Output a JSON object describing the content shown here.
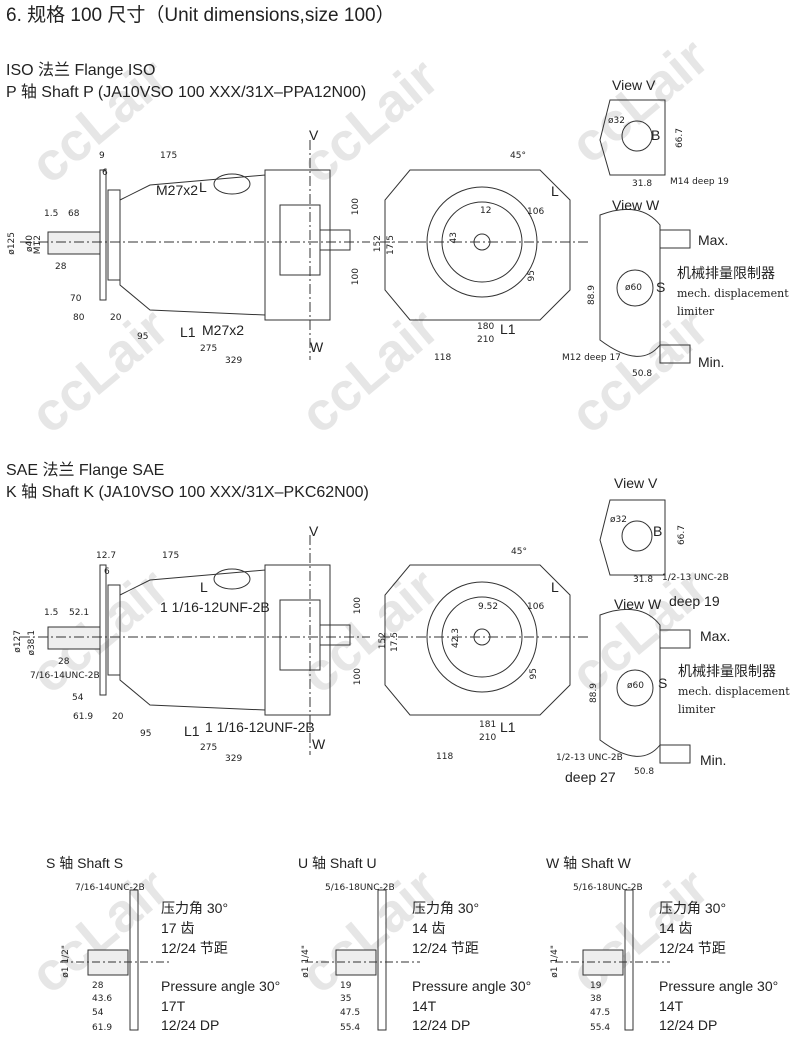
{
  "title": "6. 规格 100 尺寸（Unit dimensions,size 100）",
  "watermark": "ccLair",
  "iso": {
    "line1": "ISO 法兰  Flange ISO",
    "line2": "P 轴  Shaft P  (JA10VSO 100 XXX/31X–PPA12N00)",
    "dims": [
      "9",
      "175",
      "6",
      "M27x2",
      "L",
      "1.5",
      "68",
      "ø125",
      "ø40",
      "M12",
      "28",
      "70",
      "80",
      "20",
      "95",
      "L1",
      "M27x2",
      "275",
      "329",
      "W",
      "V",
      "100",
      "152",
      "17.5",
      "100",
      "45°",
      "12",
      "43",
      "106",
      "L",
      "95",
      "180",
      "L1",
      "210",
      "118"
    ],
    "view_v": {
      "label": "View V",
      "d": [
        "ø32",
        "B",
        "66.7",
        "31.8",
        "M14 deep 19"
      ]
    },
    "view_w": {
      "label": "View W",
      "d": [
        "Max.",
        "88.9",
        "ø60",
        "S",
        "50.8",
        "Min.",
        "M12 deep 17"
      ]
    },
    "limiter": [
      "机械排量限制器",
      "mech. displacement",
      "limiter"
    ]
  },
  "sae": {
    "line1": "SAE 法兰  Flange SAE",
    "line2": "K 轴  Shaft K  (JA10VSO 100 XXX/31X–PKC62N00)",
    "dims": [
      "12.7",
      "175",
      "6",
      "L",
      "1 1/16-12UNF-2B",
      "1.5",
      "52.1",
      "ø127",
      "ø38.1",
      "28",
      "7/16-14UNC-2B",
      "54",
      "61.9",
      "20",
      "95",
      "L1",
      "1 1/16-12UNF-2B",
      "275",
      "329",
      "W",
      "V",
      "100",
      "152",
      "17.5",
      "100",
      "45°",
      "9.52",
      "42.3",
      "106",
      "L",
      "95",
      "181",
      "L1",
      "210",
      "118",
      "1/2-13 UNC-2B",
      "deep 27"
    ],
    "view_v": {
      "label": "View V",
      "d": [
        "ø32",
        "B",
        "66.7",
        "31.8",
        "1/2-13 UNC-2B",
        "deep 19"
      ]
    },
    "view_w": {
      "label": "View W",
      "d": [
        "Max.",
        "88.9",
        "ø60",
        "S",
        "50.8",
        "Min."
      ]
    },
    "limiter": [
      "机械排量限制器",
      "mech. displacement",
      "limiter"
    ]
  },
  "shafts": [
    {
      "title": "S 轴    Shaft S",
      "thread": "7/16-14UNC-2B",
      "dia": "ø1 1/2\"",
      "dims": [
        "28",
        "43.6",
        "54",
        "61.9"
      ],
      "cn": [
        "压力角 30°",
        "17 齿",
        "12/24 节距"
      ],
      "en": [
        "Pressure angle 30°",
        "17T",
        "12/24 DP"
      ]
    },
    {
      "title": "U 轴    Shaft U",
      "thread": "5/16-18UNC-2B",
      "dia": "ø1 1/4\"",
      "dims": [
        "19",
        "35",
        "47.5",
        "55.4"
      ],
      "cn": [
        "压力角 30°",
        "14 齿",
        "12/24 节距"
      ],
      "en": [
        "Pressure angle 30°",
        "14T",
        "12/24 DP"
      ]
    },
    {
      "title": "W 轴    Shaft W",
      "thread": "5/16-18UNC-2B",
      "dia": "ø1 1/4\"",
      "dims": [
        "19",
        "38",
        "47.5",
        "55.4"
      ],
      "cn": [
        "压力角 30°",
        "14 齿",
        "12/24 节距"
      ],
      "en": [
        "Pressure angle 30°",
        "14T",
        "12/24 DP"
      ]
    }
  ]
}
